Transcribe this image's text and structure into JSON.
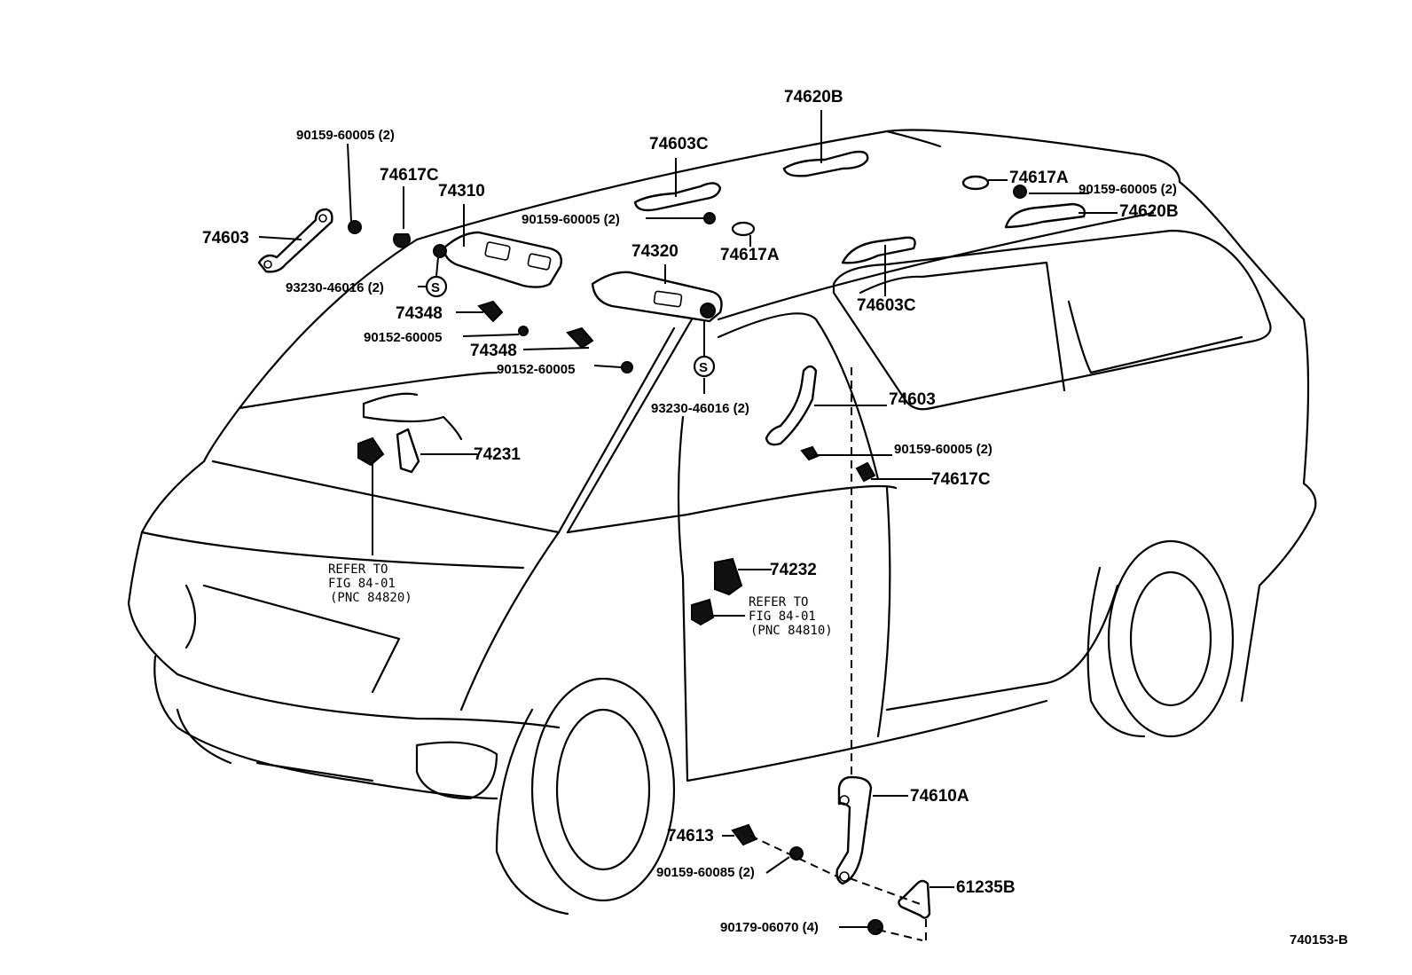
{
  "diagram": {
    "title": "Interior assist grip / sun visor parts illustration",
    "figure_code": "740153-B",
    "labels": {
      "bolt_front_left": "90159-60005 (2)",
      "clip_74617c_left": "74617C",
      "visor_left": "74310",
      "grip_left_front": "74603",
      "screw_visor_left": "93230-46016 (2)",
      "holder_74348_a": "74348",
      "screw_90152_a": "90152-60005",
      "holder_74348_b": "74348",
      "screw_90152_b": "90152-60005",
      "grip_74603c_top": "74603C",
      "bolt_roof_center": "90159-60005 (2)",
      "visor_right": "74320",
      "clip_74617a_center": "74617A",
      "grip_74620b_top": "74620B",
      "clip_74617a_right": "74617A",
      "bolt_roof_right": "90159-60005 (2)",
      "grip_74620b_right": "74620B",
      "grip_74603c_right": "74603C",
      "screw_visor_right": "93230-46016 (2)",
      "grip_74603_side": "74603",
      "bolt_side": "90159-60005 (2)",
      "clip_74617c_side": "74617C",
      "lamp_74231": "74231",
      "lamp_74232": "74232",
      "grip_74610a": "74610A",
      "cover_74613": "74613",
      "bolt_90159_60085": "90159-60085 (2)",
      "bracket_61235b": "61235B",
      "nut_90179": "90179-06070 (4)",
      "screw_symbol": "S"
    },
    "references": {
      "ref_front": [
        "REFER TO",
        "FIG 84-01",
        "(PNC 84820)"
      ],
      "ref_side": [
        "REFER TO",
        "FIG 84-01",
        "(PNC 84810)"
      ]
    }
  }
}
